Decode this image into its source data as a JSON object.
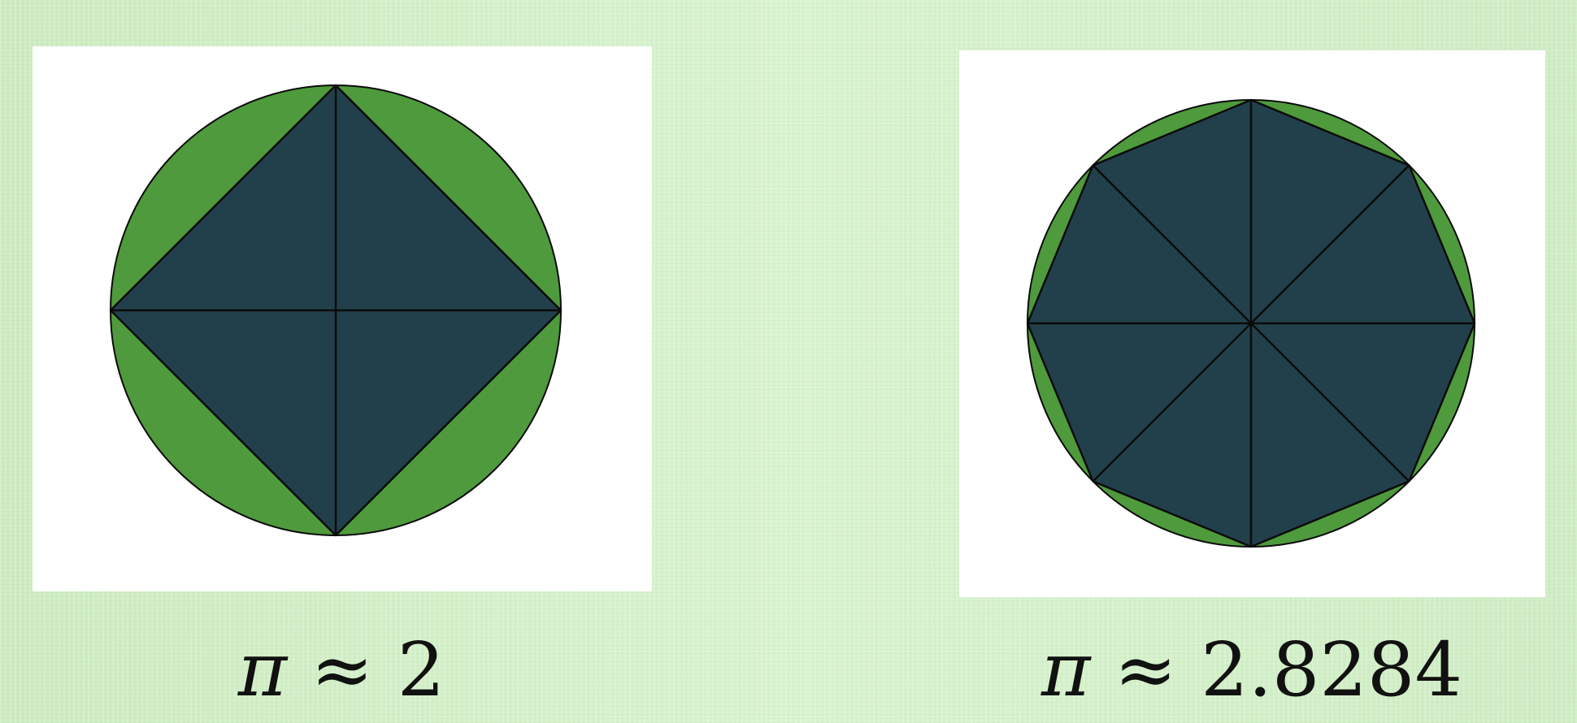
{
  "figures": [
    {
      "sides": 4,
      "caption": {
        "symbol": "π",
        "relation": "≈",
        "value": "2"
      }
    },
    {
      "sides": 8,
      "caption": {
        "symbol": "π",
        "relation": "≈",
        "value": "2.8284"
      }
    }
  ],
  "colors": {
    "circle_fill": "#4f9a3c",
    "polygon_fill": "#22404b",
    "stroke": "#0b0b0b",
    "panel": "#ffffff"
  }
}
